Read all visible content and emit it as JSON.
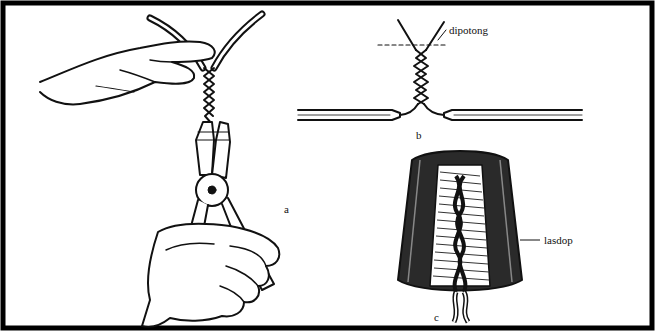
{
  "diagram": {
    "labels": [
      "a",
      "dipotong",
      "b",
      "lasdop",
      "c"
    ]
  }
}
